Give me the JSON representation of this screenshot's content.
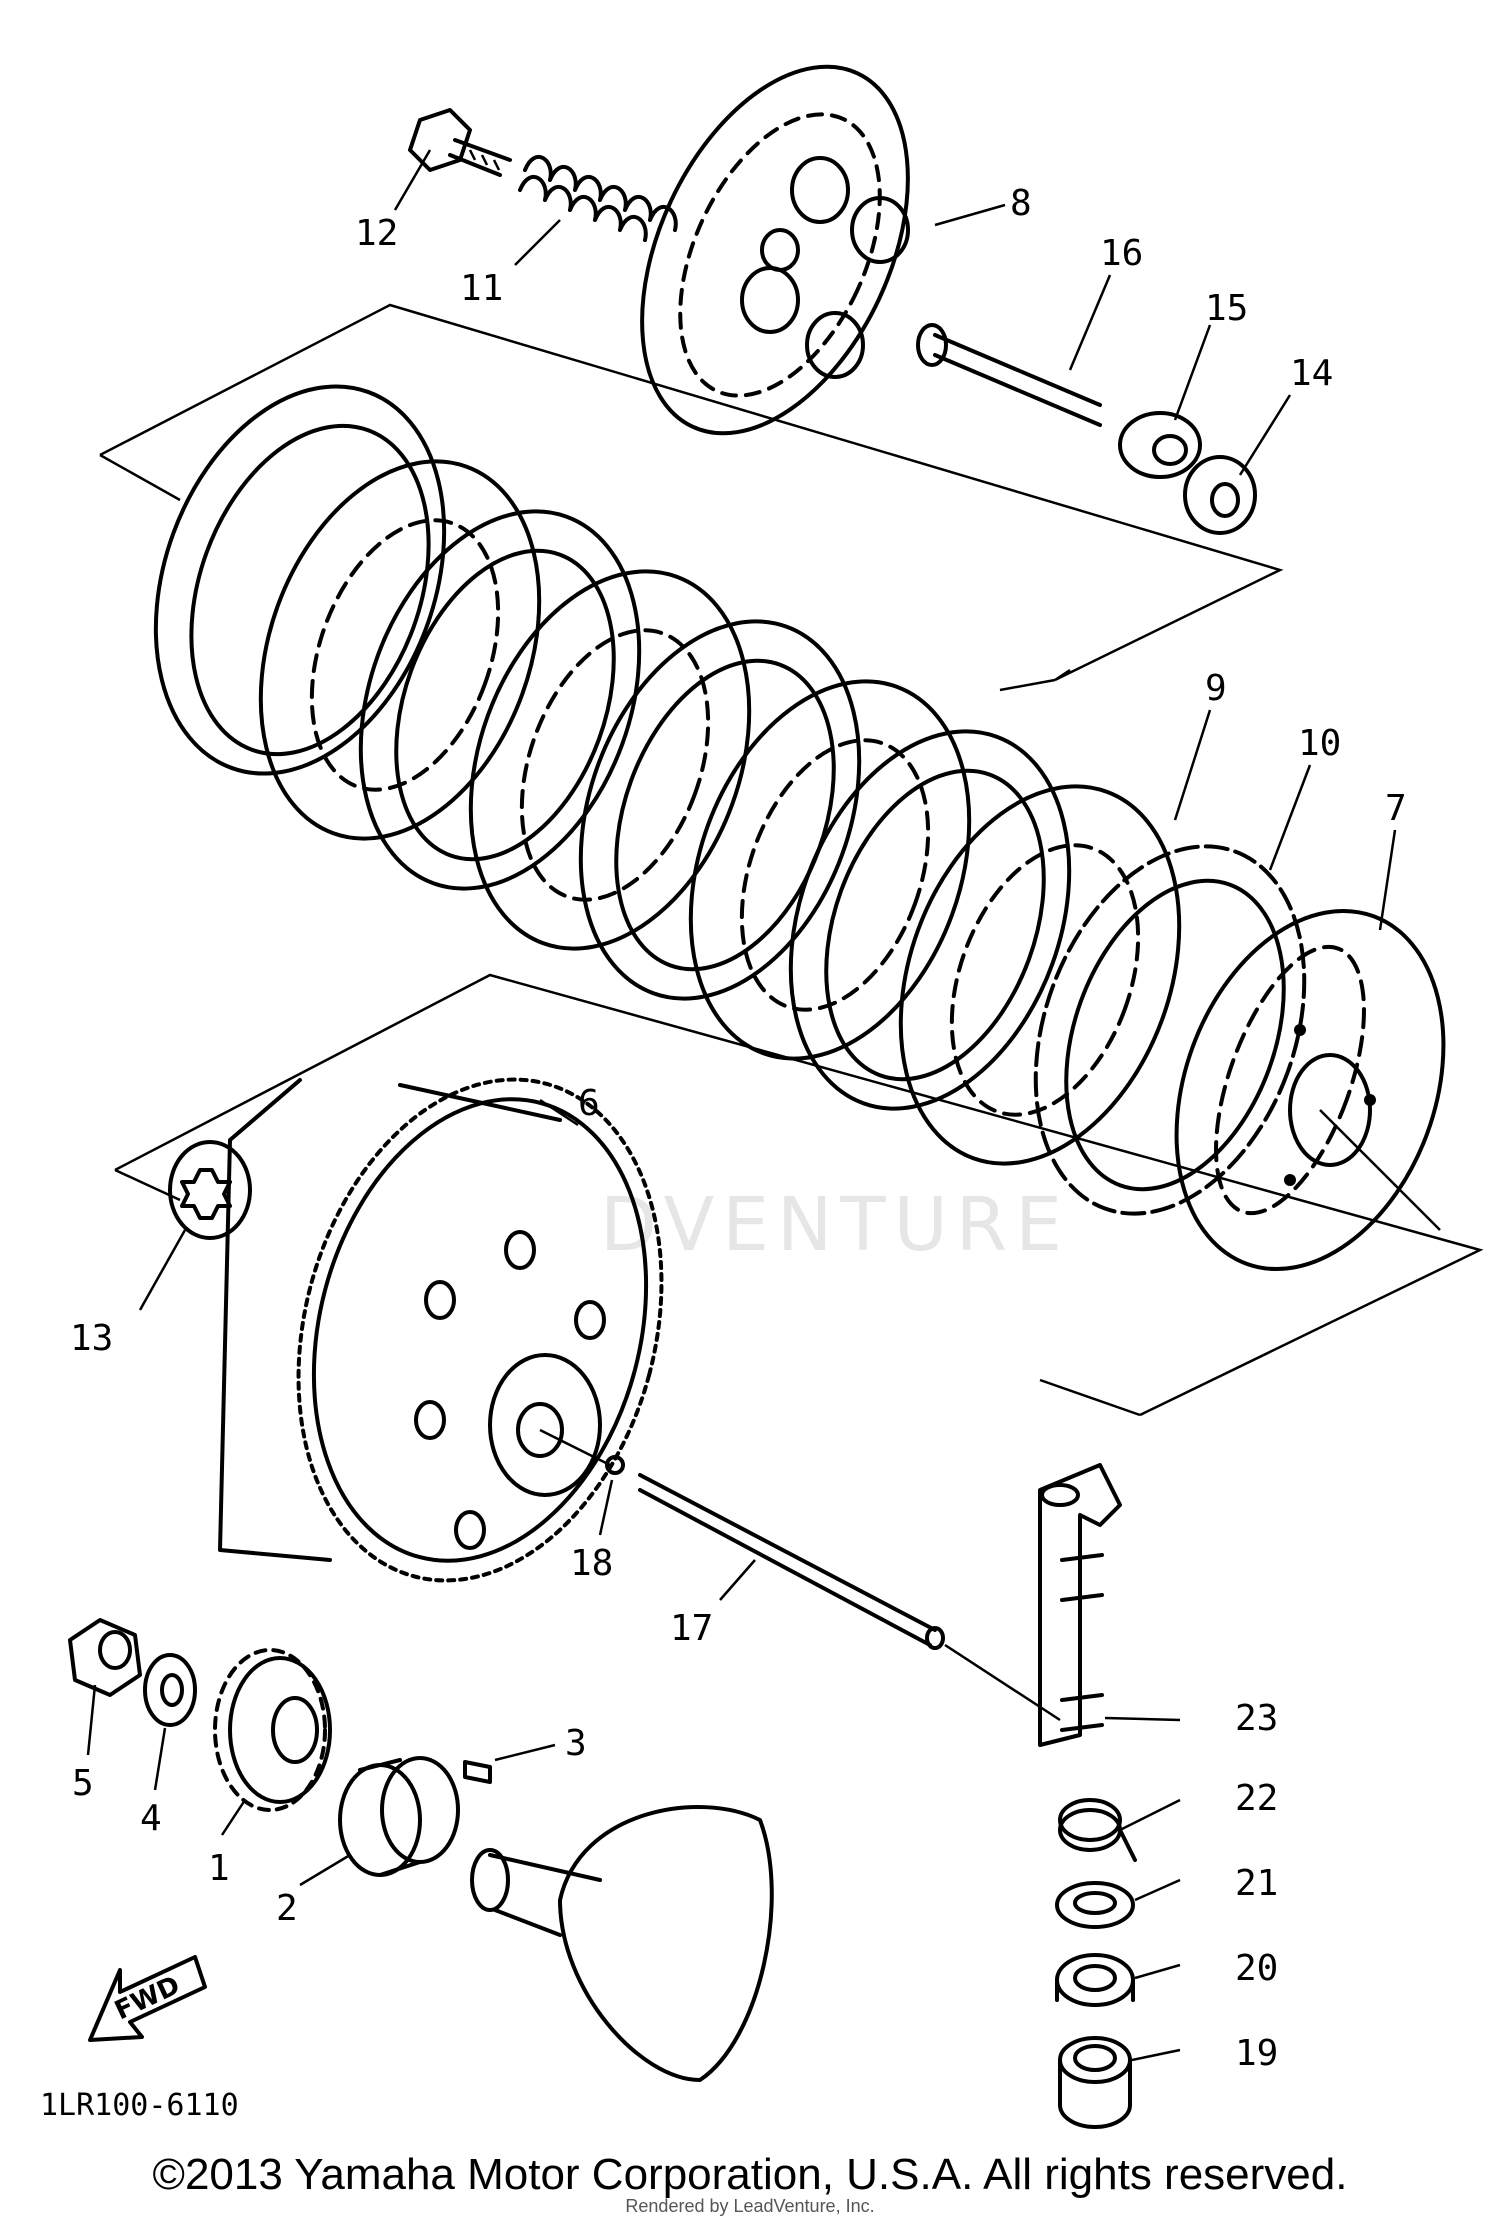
{
  "diagram": {
    "part_numbers": [
      "1",
      "2",
      "3",
      "4",
      "5",
      "6",
      "7",
      "8",
      "9",
      "10",
      "11",
      "12",
      "13",
      "14",
      "15",
      "16",
      "17",
      "18",
      "19",
      "20",
      "21",
      "22",
      "23"
    ],
    "reference_code": "1LR100-6110",
    "fwd_label": "FWD",
    "watermark": "DVENTURE"
  },
  "footer": {
    "copyright": "©2013 Yamaha Motor Corporation, U.S.A. All rights reserved.",
    "rendered_by": "Rendered by LeadVenture, Inc."
  }
}
